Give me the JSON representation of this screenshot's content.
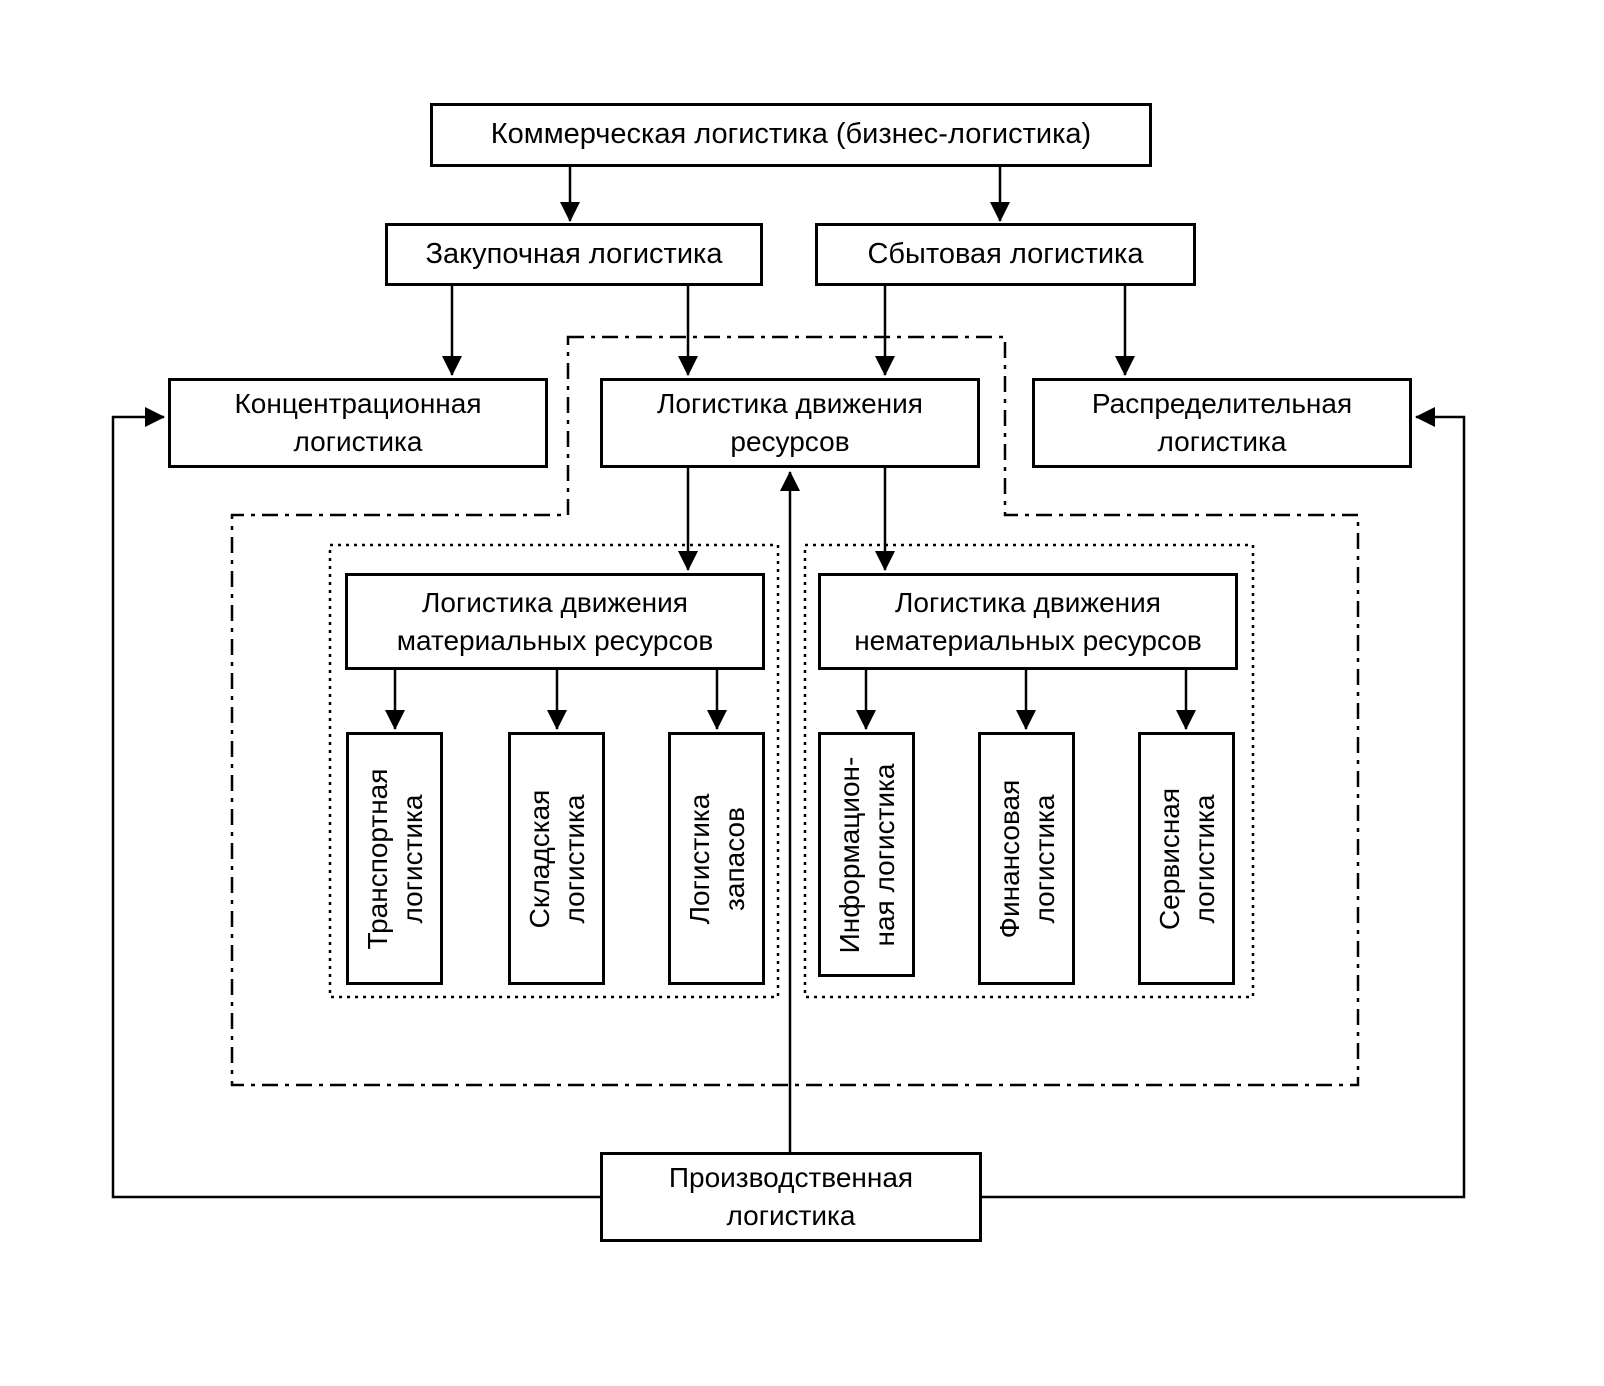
{
  "diagram": {
    "language": "ru",
    "colors": {
      "line": "#000000",
      "background": "#ffffff",
      "text": "#000000"
    },
    "boxes": {
      "commercial": "Коммерческая логистика (бизнес-логистика)",
      "purchasing": "Закупочная логистика",
      "sales": "Сбытовая логистика",
      "concentration": "Концентрационная\nлогистика",
      "resource_movement": "Логистика движения\nресурсов",
      "distribution": "Распределительная\nлогистика",
      "material": "Логистика движения\nматериальных ресурсов",
      "nonmaterial": "Логистика  движения\nнематериальных ресурсов",
      "transport": "Транспортная\nлогистика",
      "warehouse": "Складская\nлогистика",
      "inventory": "Логистика\nзапасов",
      "information": "Информацион-\nная логистика",
      "financial": "Финансовая\nлогистика",
      "service": "Сервисная\nлогистика",
      "production": "Производственная\nлогистика"
    },
    "edges": [
      {
        "from": "commercial",
        "to": "purchasing"
      },
      {
        "from": "commercial",
        "to": "sales"
      },
      {
        "from": "purchasing",
        "to": "concentration"
      },
      {
        "from": "purchasing",
        "to": "resource_movement"
      },
      {
        "from": "sales",
        "to": "resource_movement"
      },
      {
        "from": "sales",
        "to": "distribution"
      },
      {
        "from": "resource_movement",
        "to": "material"
      },
      {
        "from": "resource_movement",
        "to": "nonmaterial"
      },
      {
        "from": "material",
        "to": "transport"
      },
      {
        "from": "material",
        "to": "warehouse"
      },
      {
        "from": "material",
        "to": "inventory"
      },
      {
        "from": "nonmaterial",
        "to": "information"
      },
      {
        "from": "nonmaterial",
        "to": "financial"
      },
      {
        "from": "nonmaterial",
        "to": "service"
      },
      {
        "from": "production",
        "to": "resource_movement"
      },
      {
        "from": "production",
        "to": "concentration"
      },
      {
        "from": "production",
        "to": "distribution"
      }
    ]
  }
}
